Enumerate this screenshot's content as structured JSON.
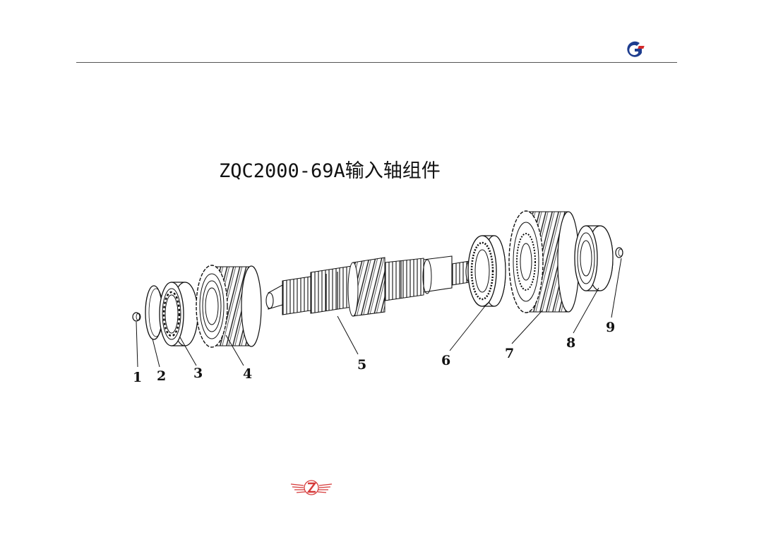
{
  "header": {
    "logo": {
      "name": "company-logo",
      "color": "#1e3d8f",
      "accent": "#d42a2a"
    }
  },
  "title": "ZQC2000-69A输入轴组件",
  "diagram": {
    "parts": [
      {
        "number": "1"
      },
      {
        "number": "2"
      },
      {
        "number": "3"
      },
      {
        "number": "4"
      },
      {
        "number": "5"
      },
      {
        "number": "6"
      },
      {
        "number": "7"
      },
      {
        "number": "8"
      },
      {
        "number": "9"
      }
    ]
  },
  "footer": {
    "emblem": {
      "name": "winged-z-emblem",
      "color": "#d63a3a"
    }
  }
}
